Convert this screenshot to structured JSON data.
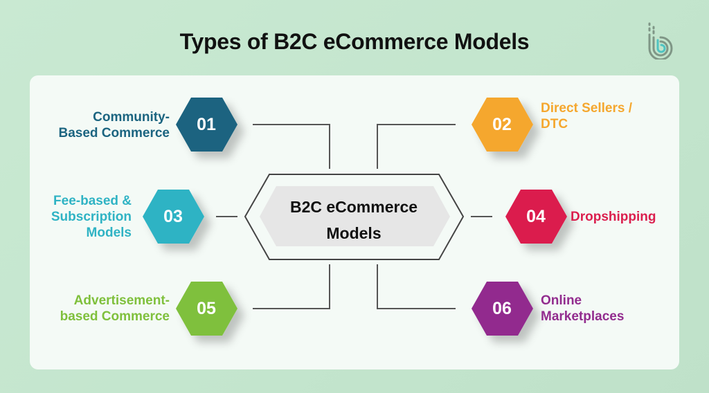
{
  "header": {
    "title": "Types of B2C eCommerce Models",
    "logo": "brand-b-logo-icon"
  },
  "center": {
    "line1": "B2C eCommerce",
    "line2": "Models"
  },
  "colors": {
    "background": "#c6e7cf",
    "card": "#f4faf6",
    "connector": "#555555",
    "center_fill": "#e6e6e6"
  },
  "models": [
    {
      "number": "01",
      "line1": "Community-",
      "line2": "Based Commerce",
      "color": "#1b6480"
    },
    {
      "number": "02",
      "line1": "Direct Sellers /",
      "line2": "DTC",
      "color": "#f5a72e"
    },
    {
      "number": "03",
      "line1": "Fee-based &",
      "line2": "Subscription",
      "line3": "Models",
      "color": "#2fb3c4"
    },
    {
      "number": "04",
      "line1": "Dropshipping",
      "color": "#db1f4e"
    },
    {
      "number": "05",
      "line1": "Advertisement-",
      "line2": "based Commerce",
      "color": "#7fc03c"
    },
    {
      "number": "06",
      "line1": "Online",
      "line2": "Marketplaces",
      "color": "#922c8e"
    }
  ]
}
